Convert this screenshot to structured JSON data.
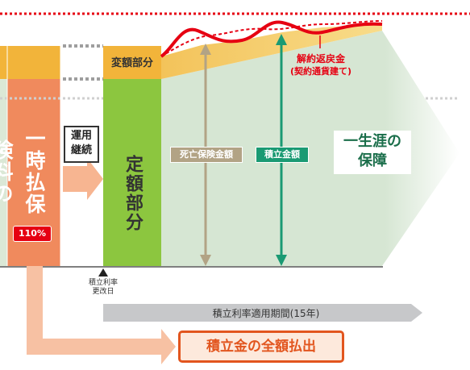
{
  "diagram": {
    "lump_sum_premium": "一時払保険料の",
    "lump_sum_percent": "110%",
    "operation_continue": "運用\n継続",
    "variable_part": "変額部分",
    "fixed_part": "定額部分",
    "death_benefit": "死亡保険金額",
    "accumulated_amount": "積立金額",
    "surrender_value": "解約返戻金",
    "surrender_value_sub": "(契約通貨建て)",
    "lifetime_coverage": "一生涯の\n保障",
    "rate_change_date": "積立利率\n更改日",
    "rate_period": "積立利率適用期間(15年)",
    "full_payout": "積立金の全額払出"
  },
  "colors": {
    "orange": "#f08a5d",
    "orange_light": "#f7b591",
    "yellow": "#f2b43a",
    "green": "#8cc63f",
    "green_bg": "#dfeadf",
    "red": "#e60012",
    "teal": "#1a9a73",
    "tan": "#b2a385",
    "gray": "#bdbdbd"
  }
}
